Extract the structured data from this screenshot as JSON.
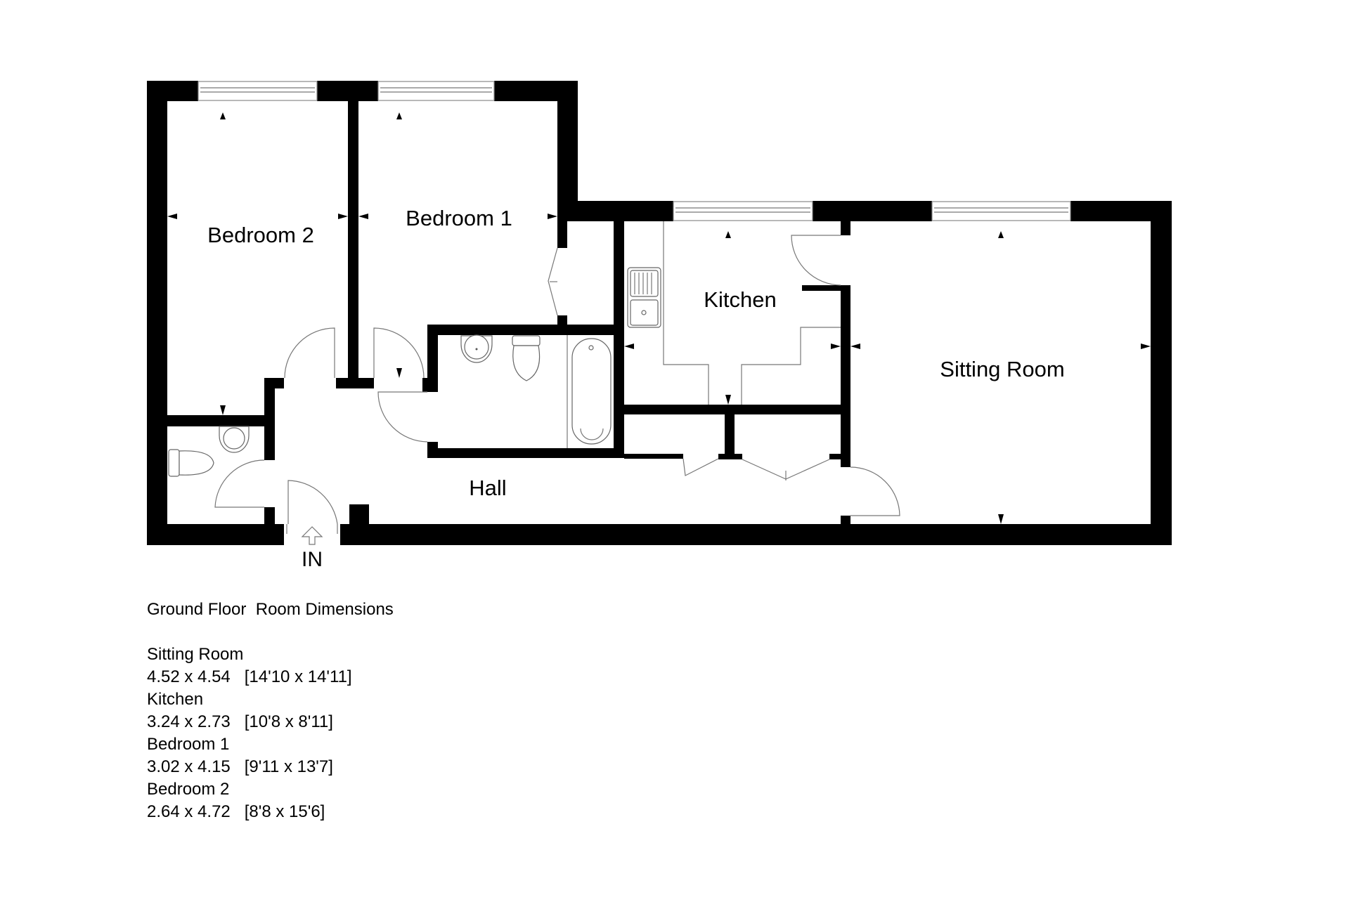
{
  "plan": {
    "rooms": {
      "bedroom2": "Bedroom 2",
      "bedroom1": "Bedroom 1",
      "kitchen": "Kitchen",
      "sitting_room": "Sitting Room",
      "hall": "Hall"
    },
    "entrance_label": "IN",
    "wall_color": "#000000",
    "fixture_color": "#777777"
  },
  "dimensions": {
    "title": "Ground Floor  Room Dimensions",
    "rooms": [
      {
        "name": "Sitting Room",
        "size": "4.52 x 4.54   [14'10 x 14'11]"
      },
      {
        "name": "Kitchen",
        "size": "3.24 x 2.73   [10'8 x 8'11]"
      },
      {
        "name": "Bedroom 1",
        "size": "3.02 x 4.15   [9'11 x 13'7]"
      },
      {
        "name": "Bedroom 2",
        "size": "2.64 x 4.72   [8'8 x 15'6]"
      }
    ]
  }
}
